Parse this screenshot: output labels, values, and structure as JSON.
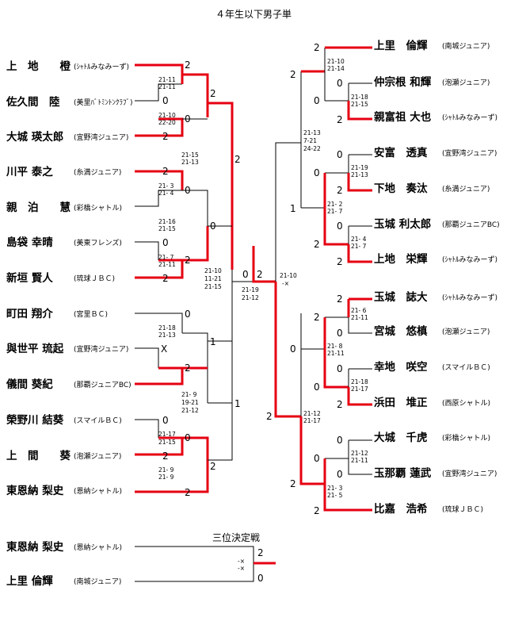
{
  "title": "４年生以下男子単",
  "left_players": [
    {
      "name": "上　地　　橙",
      "club": "(ｼｬﾄﾙみなみーず)"
    },
    {
      "name": "佐久間　陸",
      "club": "(美里ﾊﾞﾄﾐﾝﾄﾝｸﾗﾌﾞ)"
    },
    {
      "name": "大城 瑛太郎",
      "club": "(宜野湾ジュニア)"
    },
    {
      "name": "川平 泰之",
      "club": "(糸満ジュニア)"
    },
    {
      "name": "親　泊　　慧",
      "club": "(彩橋シャトル)"
    },
    {
      "name": "島袋 幸晴",
      "club": "(美東フレンズ)"
    },
    {
      "name": "新垣 賢人",
      "club": "(琉球ＪＢＣ)"
    },
    {
      "name": "町田 翔介",
      "club": "(宮里ＢＣ)"
    },
    {
      "name": "與世平 琉起",
      "club": "(宜野湾ジュニア)"
    },
    {
      "name": "儀間 葵紀",
      "club": "(那覇ジュニアBC)"
    },
    {
      "name": "榮野川 結葵",
      "club": "(スマイルＢＣ)"
    },
    {
      "name": "上　間　　葵",
      "club": "(泡瀬ジュニア)"
    },
    {
      "name": "東恩納 梨史",
      "club": "(恩納シャトル)"
    }
  ],
  "right_players": [
    {
      "name": "上里　倫輝",
      "club": "(南城ジュニア)"
    },
    {
      "name": "仲宗根 和輝",
      "club": "(泡瀬ジュニア)"
    },
    {
      "name": "親富祖 大也",
      "club": "(ｼｬﾄﾙみなみーず)"
    },
    {
      "name": "安富　透真",
      "club": "(宜野湾ジュニア)"
    },
    {
      "name": "下地　奏汰",
      "club": "(糸満ジュニア)"
    },
    {
      "name": "玉城 利太郎",
      "club": "(那覇ジュニアBC)"
    },
    {
      "name": "上地　栄輝",
      "club": "(ｼｬﾄﾙみなみーず)"
    },
    {
      "name": "玉城　誌大",
      "club": "(ｼｬﾄﾙみなみーず)"
    },
    {
      "name": "宮城　悠槙",
      "club": "(泡瀬ジュニア)"
    },
    {
      "name": "幸地　咲空",
      "club": "(スマイルＢＣ)"
    },
    {
      "name": "浜田　堆正",
      "club": "(西原シャトル)"
    },
    {
      "name": "大城　千虎",
      "club": "(彩橋シャトル)"
    },
    {
      "name": "玉那覇 蓮武",
      "club": "(宜野湾ジュニア)"
    },
    {
      "name": "比嘉　浩希",
      "club": "(琉球ＪＢＣ)"
    }
  ],
  "third_place": {
    "label": "三位決定戦",
    "players": [
      {
        "name": "東恩納 梨史",
        "club": "(恩納シャトル)",
        "score": "2"
      },
      {
        "name": "上里 倫輝",
        "club": "(南城ジュニア)",
        "score": "0"
      }
    ],
    "games": [
      "-×",
      "-×"
    ]
  },
  "matches": [
    {
      "id": "L1a",
      "scores": [
        "2",
        "0"
      ],
      "games": [
        "21-11",
        "21-11"
      ],
      "winner": 0
    },
    {
      "id": "L1b",
      "scores": [
        "0",
        "2"
      ],
      "games": [
        "21-10",
        "22-20"
      ],
      "winner": 1
    },
    {
      "id": "L1c",
      "scores": [
        "2",
        "0"
      ],
      "games": [
        "21- 3",
        "21- 4"
      ],
      "winner": 0
    },
    {
      "id": "L1d",
      "scores": [
        "0",
        "2"
      ],
      "games": [
        "21- 7",
        "21-11"
      ],
      "winner": 1
    },
    {
      "id": "L1e",
      "scores": [
        "X",
        "2"
      ],
      "games": [
        "21-18",
        "21-13"
      ],
      "winner": 1
    },
    {
      "id": "L1f",
      "scores": [
        "0",
        "2"
      ],
      "games": [
        "21-17",
        "21-15"
      ],
      "winner": 1
    },
    {
      "id": "L2a",
      "scores": [
        "2",
        "0"
      ],
      "games": [
        "21-15",
        "21-13"
      ],
      "winner": 0
    },
    {
      "id": "L2b",
      "scores": [
        "0",
        "2"
      ],
      "games": [
        "21-16",
        "21-15"
      ],
      "winner": 1
    },
    {
      "id": "L2c",
      "scores": [
        "0",
        "2"
      ],
      "games": [
        "21- 9",
        "21- 9"
      ],
      "winner": 1
    },
    {
      "id": "L3a",
      "scores": [
        "2",
        "0"
      ],
      "games": [
        "21-10",
        "11-21",
        "21-15"
      ],
      "winner": 0
    },
    {
      "id": "L3b",
      "scores": [
        "1",
        "1"
      ],
      "games": [
        "21- 9",
        "19-21",
        "21-12"
      ],
      "winner": 0
    },
    {
      "id": "LF",
      "scores": [
        "0"
      ],
      "games": [
        "21-19",
        "21-12"
      ],
      "winner": 0
    },
    {
      "id": "F",
      "scores": [
        "2"
      ],
      "games": [
        "21-10",
        "-×"
      ],
      "winner": 1
    },
    {
      "id": "R1a",
      "scores": [
        "0",
        "2"
      ],
      "games": [
        "21-18",
        "21-15"
      ],
      "winner": 1
    },
    {
      "id": "R1b",
      "scores": [
        "0",
        "2"
      ],
      "games": [
        "21-19",
        "21-13"
      ],
      "winner": 1
    },
    {
      "id": "R1c",
      "scores": [
        "0",
        "2"
      ],
      "games": [
        "21- 4",
        "21- 7"
      ],
      "winner": 1
    },
    {
      "id": "R1d",
      "scores": [
        "2",
        "0"
      ],
      "games": [
        "21- 6",
        "21-11"
      ],
      "winner": 0
    },
    {
      "id": "R1e",
      "scores": [
        "0",
        "2"
      ],
      "games": [
        "21-18",
        "21-17"
      ],
      "winner": 1
    },
    {
      "id": "R1f",
      "scores": [
        "0",
        "0"
      ],
      "games": [
        "21-12",
        "21-11"
      ],
      "winner": 0
    },
    {
      "id": "R1g",
      "scores": [
        "0",
        "2"
      ],
      "games": [
        "21- 3",
        "21- 5"
      ],
      "winner": 1
    },
    {
      "id": "R2a",
      "scores": [
        "2",
        "0"
      ],
      "games": [
        "21-10",
        "21-14"
      ],
      "winner": 0
    },
    {
      "id": "R2b",
      "scores": [
        "0",
        "2"
      ],
      "games": [
        "21- 2",
        "21- 7"
      ],
      "winner": 1
    },
    {
      "id": "R2c",
      "scores": [
        "2",
        "0"
      ],
      "games": [
        "21- 8",
        "21-11"
      ],
      "winner": 0
    },
    {
      "id": "R2d",
      "scores": [
        "0",
        "2"
      ],
      "games": [
        "21-12",
        "21-17"
      ],
      "winner": 1
    },
    {
      "id": "R3a",
      "scores": [
        "2",
        "1"
      ],
      "games": [
        "21-13",
        "7-21",
        "24-22"
      ],
      "winner": 0
    },
    {
      "id": "R3b",
      "scores": [
        "0",
        "2"
      ],
      "games": [],
      "winner": 1
    }
  ],
  "colors": {
    "winner_line": "#e60012",
    "line": "#000000"
  }
}
